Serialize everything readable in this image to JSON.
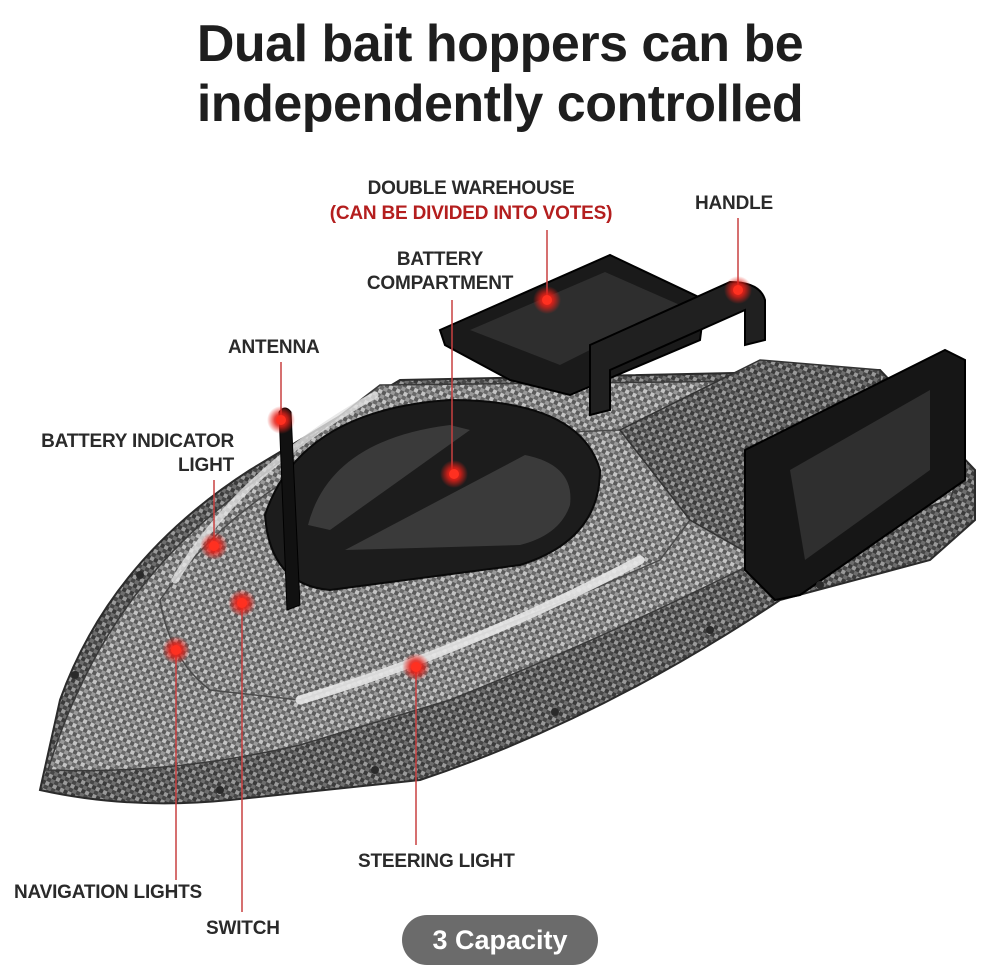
{
  "title": {
    "line1": "Dual bait hoppers can be",
    "line2": "independently controlled"
  },
  "labels": {
    "double_warehouse": "DOUBLE WAREHOUSE",
    "double_warehouse_note": "(CAN BE DIVIDED INTO VOTES)",
    "handle": "HANDLE",
    "battery_compartment_1": "BATTERY",
    "battery_compartment_2": "COMPARTMENT",
    "antenna": "ANTENNA",
    "battery_indicator_1": "BATTERY INDICATOR",
    "battery_indicator_2": "LIGHT",
    "steering_light": "STEERING LIGHT",
    "navigation_lights": "NAVIGATION LIGHTS",
    "switch": "SWITCH"
  },
  "badge": {
    "text": "3 Capacity"
  },
  "colors": {
    "marker": "#e0201c",
    "leader_line": "#c03030",
    "hull": "#8a8a8a",
    "dark_plastic": "#1b1b1b"
  }
}
